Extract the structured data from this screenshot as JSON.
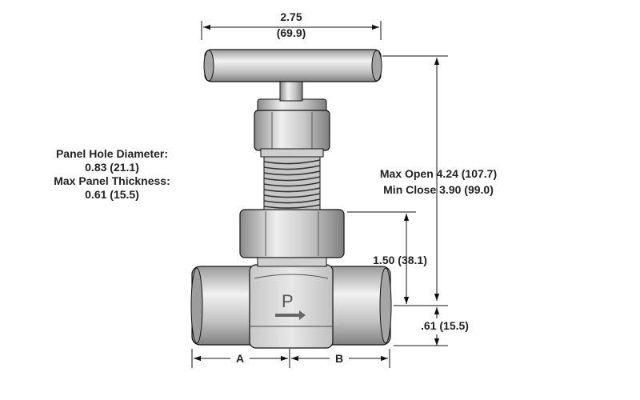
{
  "dimensions": {
    "handle_width": {
      "in": "2.75",
      "mm": "(69.9)"
    },
    "panel_hole_diameter": {
      "label": "Panel Hole Diameter:",
      "value": "0.83 (21.1)"
    },
    "max_panel_thickness": {
      "label": "Max Panel Thickness:",
      "value": "0.61 (15.5)"
    },
    "max_open": "Max Open 4.24 (107.7)",
    "min_close": "Min Close 3.90 (99.0)",
    "bonnet_height": "1.50 (38.1)",
    "port_centerline": ".61 (15.5)",
    "end_a": "A",
    "end_b": "B"
  },
  "body_marking": {
    "letter": "P",
    "flow_arrow": "flow-direction-arrow"
  },
  "colors": {
    "line": "#111111",
    "steel_light": "#e4e4e4",
    "steel_mid": "#b8b8b8",
    "steel_dark": "#7a7a7a"
  }
}
